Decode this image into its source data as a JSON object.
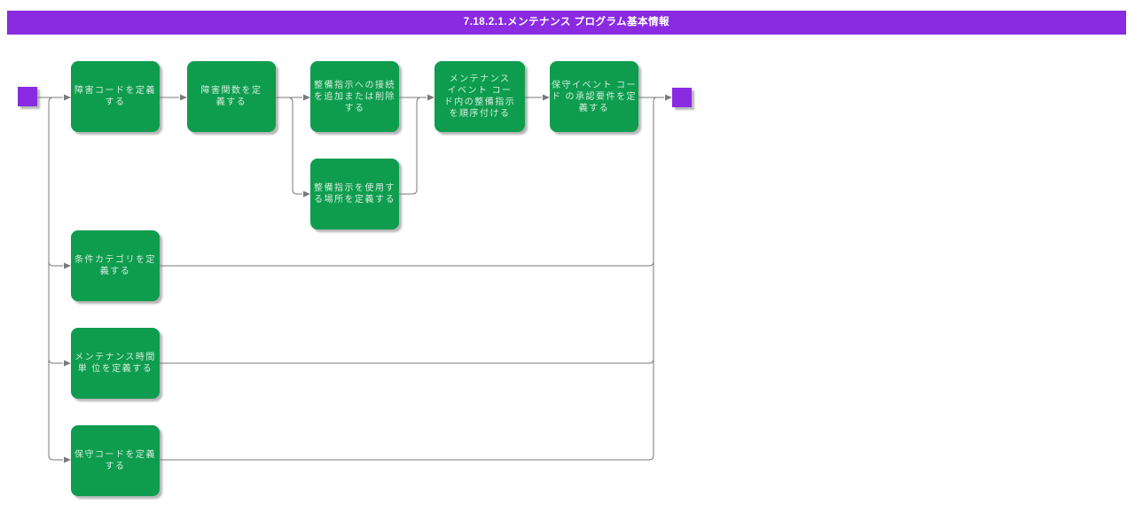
{
  "title": {
    "text": "7.18.2.1.メンテナンス プログラム基本情報"
  },
  "colors": {
    "title_bar_bg": "#8A2BE2",
    "title_text": "#FFFFFF",
    "node_bg": "#0E9D4F",
    "node_text": "#D6EBDA",
    "connector": "#7A7A7A",
    "terminal_bg": "#8A2BE2"
  },
  "nodes": {
    "fault_code": {
      "label": "障害コードを定義\nする"
    },
    "fault_function": {
      "label": "障害関数を定\n義する"
    },
    "instruction_connection": {
      "label": "整備指示への接続\nを追加または削除\nする"
    },
    "order_instructions": {
      "label": "メンテナンス\nイベント コー\nド内の整備指示\nを順序付ける"
    },
    "approval_requirements": {
      "label": "保守イベント コー\nド の承認要件を定\n義する"
    },
    "instruction_locations": {
      "label": "整備指示を使用す\nる場所を定義する"
    },
    "condition_categories": {
      "label": "条件カテゴリを定\n義する"
    },
    "time_units": {
      "label": "メンテナンス時間\n単 位を定義する"
    },
    "maintenance_codes": {
      "label": "保守コードを定義\nする"
    }
  }
}
